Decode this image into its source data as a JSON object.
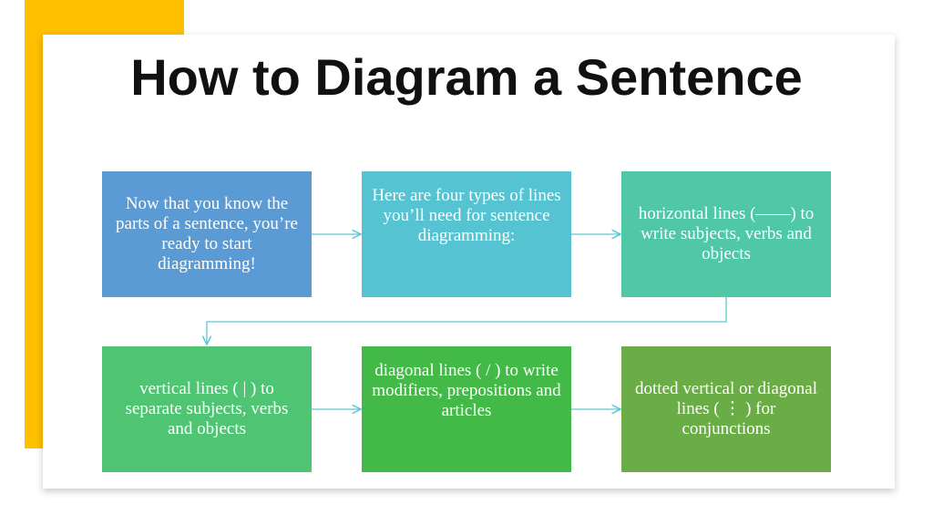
{
  "title": "How to Diagram a Sentence",
  "colors": {
    "accent": "#ffc000",
    "arrow": "#5ec6d0",
    "boxes": [
      "#5b9bd5",
      "#55c3d1",
      "#50c7a7",
      "#4fc472",
      "#43b948",
      "#6aac46"
    ]
  },
  "steps": [
    {
      "text": "Now that you know the parts of a sentence, you’re ready to start diagramming!"
    },
    {
      "text": "Here are four types of lines you’ll need for sentence diagramming:"
    },
    {
      "text": "horizontal lines (——) to write subjects, verbs and objects"
    },
    {
      "text": "vertical lines ( | ) to separate subjects, verbs and objects"
    },
    {
      "text": "diagonal lines ( / ) to write modifiers, prepositions and articles"
    },
    {
      "text": "dotted vertical or diagonal lines ( ⋮ ) for conjunctions"
    }
  ]
}
